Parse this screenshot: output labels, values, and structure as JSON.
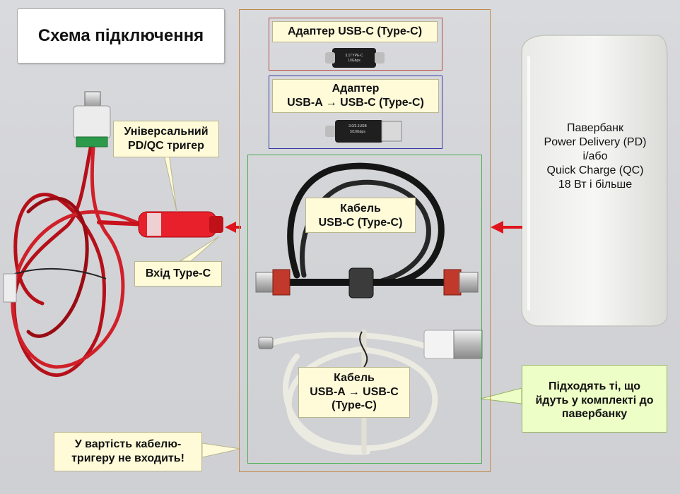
{
  "title": "Схема підключення",
  "adapter_c": {
    "label": "Адаптер USB-C (Type-C)"
  },
  "adapter_a": {
    "line1": "Адаптер",
    "line2": "USB-A → USB-C (Type-C)"
  },
  "trigger": {
    "line1": "Універсальний",
    "line2": "PD/QC тригер"
  },
  "input": {
    "label": "Вхід Type-C"
  },
  "cable_c": {
    "line1": "Кабель",
    "line2": "USB-C (Type-C)"
  },
  "cable_a": {
    "line1": "Кабель",
    "line2": "USB-A → USB-C",
    "line3": "(Type-C)"
  },
  "powerbank": {
    "line1": "Павербанк",
    "line2": "Power Delivery (PD)",
    "line3": "і/або",
    "line4": "Quick Charge (QC)",
    "line5": "18 Вт і більше"
  },
  "note_fit": {
    "line1": "Підходять ті, що",
    "line2": "йдуть у комплекті до",
    "line3": "павербанку"
  },
  "note_price": {
    "line1": "У вартість кабелю-",
    "line2": "тригеру не входить!"
  },
  "adapter_c_print": {
    "line1": "3.1TYPE-C",
    "line2": "10Gbps"
  },
  "adapter_a_print": {
    "line1": "3.0/3.1USB",
    "line2": "5/10Gbps"
  },
  "colors": {
    "arrow": "#e0141c",
    "outer_frame": "#c08b4b",
    "adapter_c_frame": "#b84a4a",
    "adapter_a_frame": "#3a3aa8",
    "cable_frame": "#4caf50"
  }
}
